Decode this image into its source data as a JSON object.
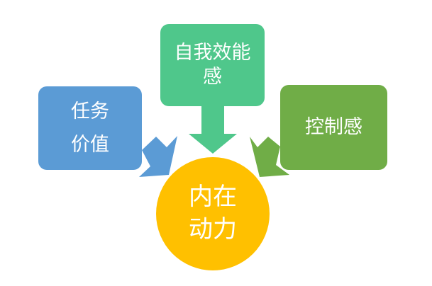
{
  "nodes": {
    "task_value": {
      "line1": "任务",
      "line2": "价值",
      "color": "#5b9bd5"
    },
    "self_efficacy": {
      "line1": "自我效能",
      "line2": "感",
      "color": "#4fc78b"
    },
    "sense_of_control": {
      "line1": "控制感",
      "color": "#70ad47"
    },
    "intrinsic_motivation": {
      "line1": "内在",
      "line2": "动力",
      "color": "#ffc000"
    }
  }
}
